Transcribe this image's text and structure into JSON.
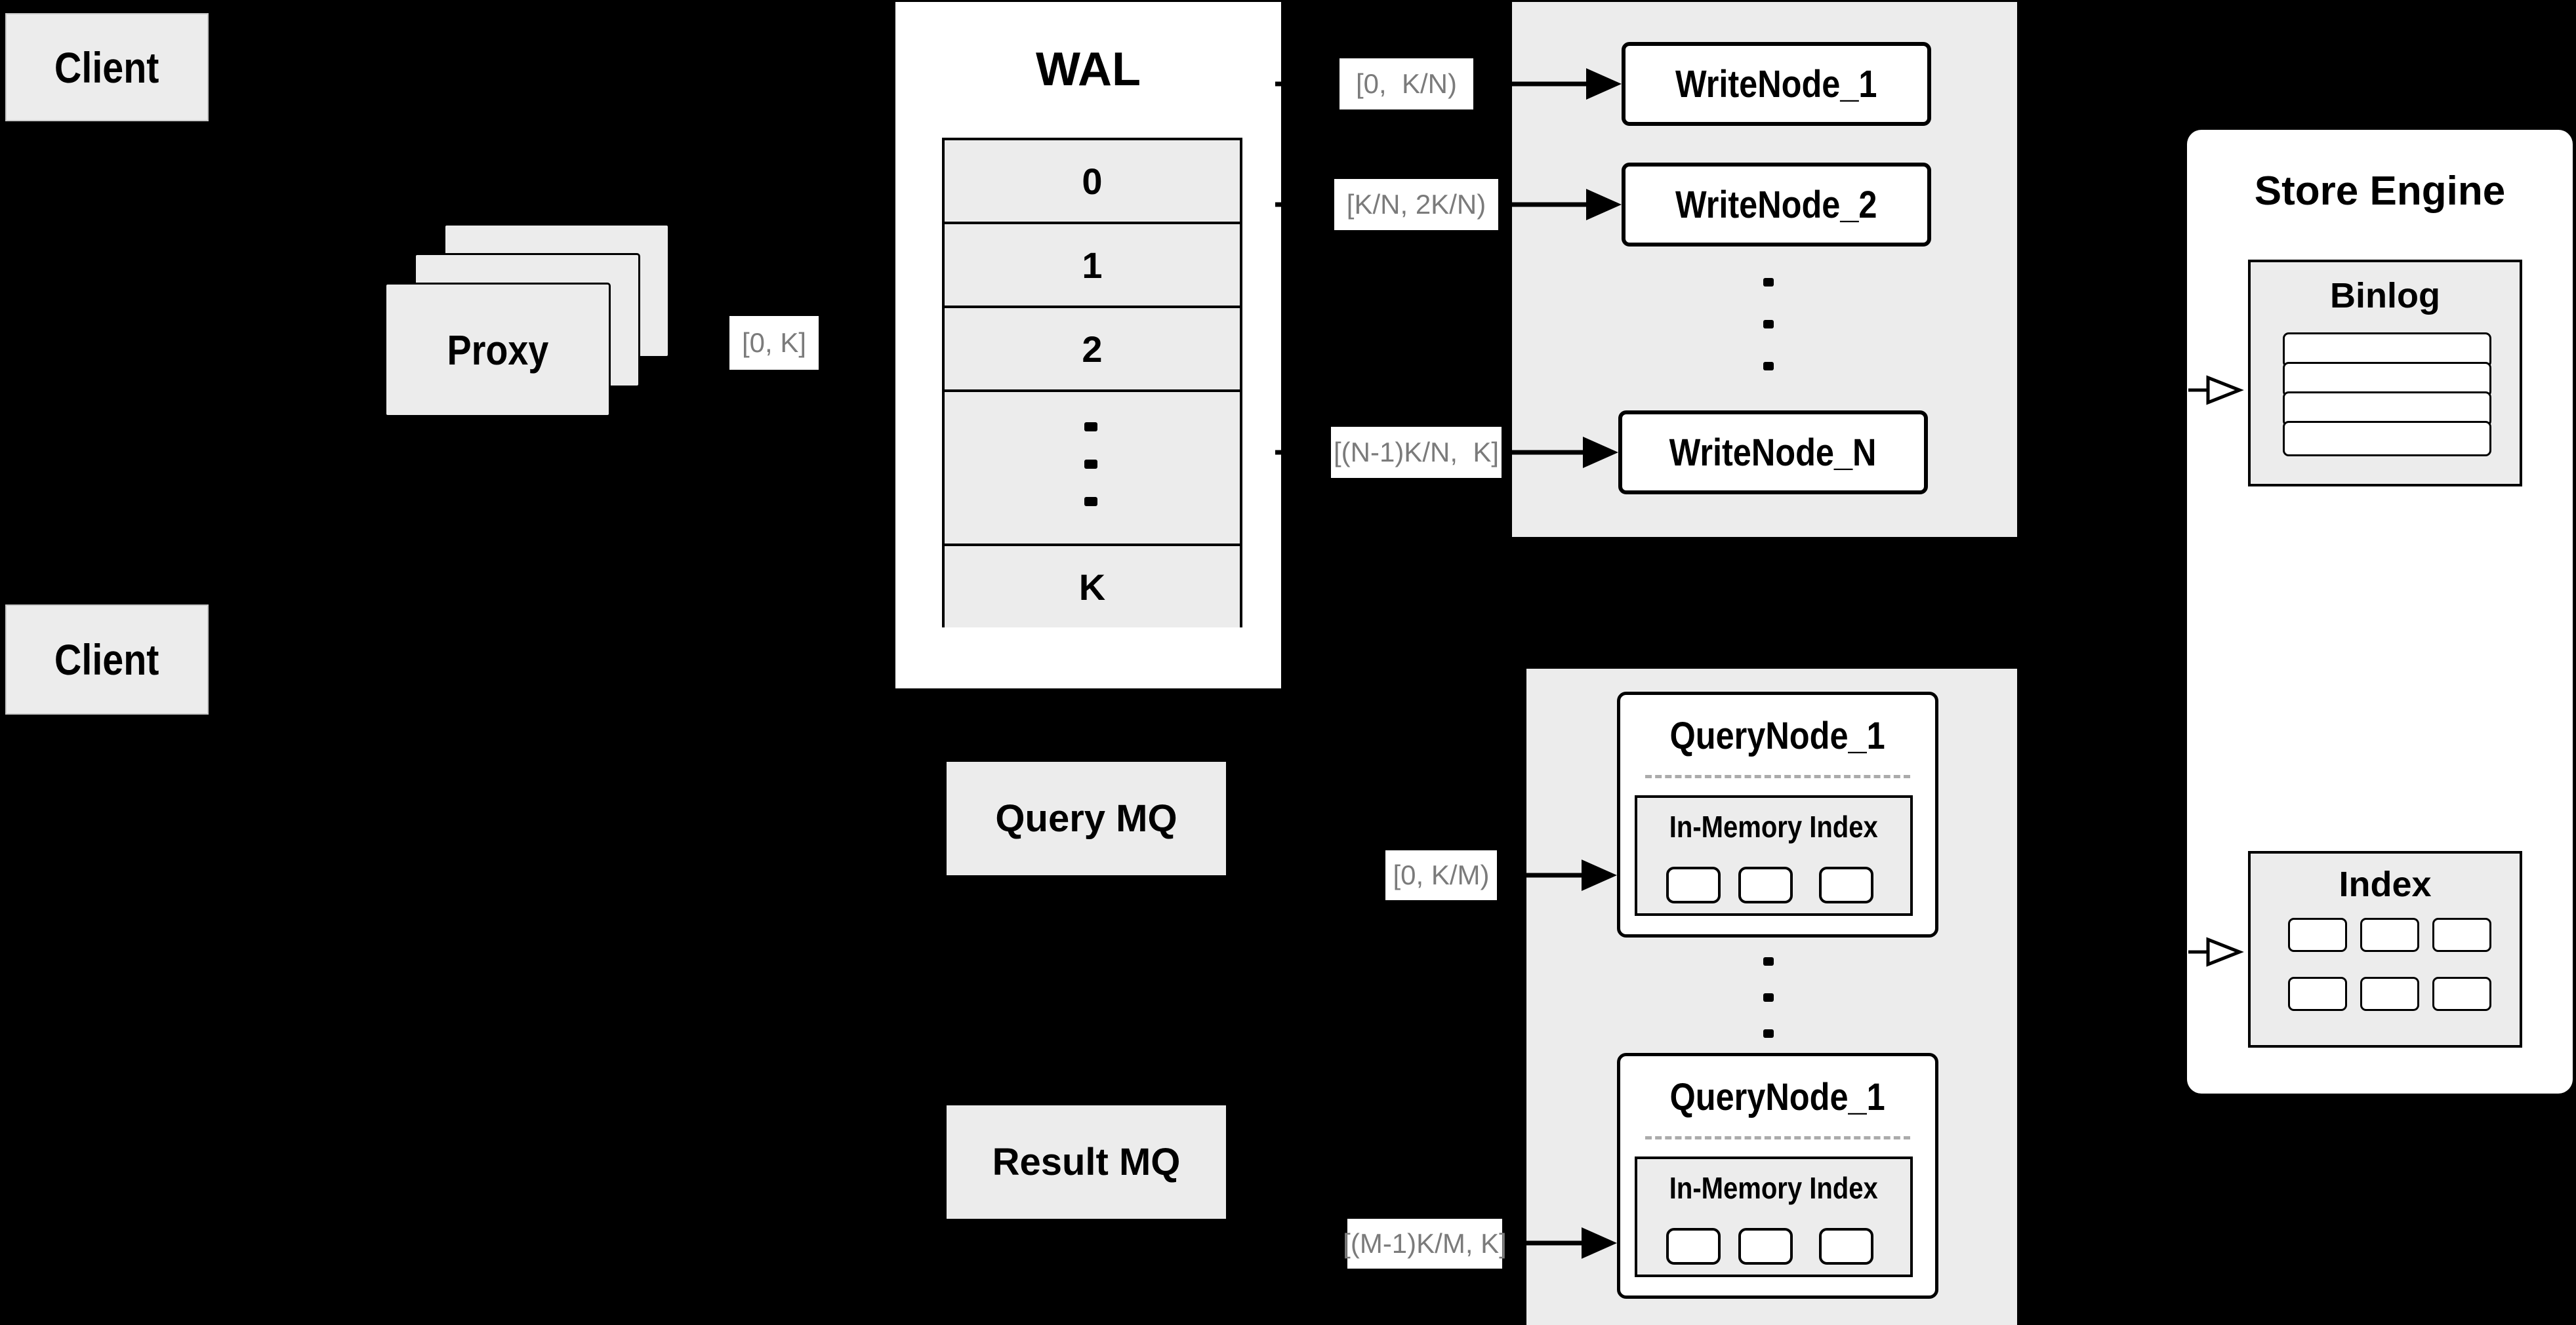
{
  "diagram_title": "Write/Query path architecture diagram",
  "clients": {
    "top": "Client",
    "bottom": "Client"
  },
  "proxy": {
    "label": "Proxy"
  },
  "wal": {
    "title": "WAL",
    "rows": [
      "0",
      "1",
      "2"
    ],
    "row_k": "K"
  },
  "range_labels": {
    "proxy_out": "[0, K]",
    "write_1": "[0,  K/N)",
    "write_2": "[K/N, 2K/N)",
    "write_n": "[(N-1)K/N,  K]",
    "query_first": "[0, K/M)",
    "query_last": "[(M-1)K/M, K]"
  },
  "write_nodes": {
    "node_1": "WriteNode_1",
    "node_2": "WriteNode_2",
    "node_n": "WriteNode_N"
  },
  "query_nodes": {
    "top": {
      "title": "QueryNode_1",
      "index_label": "In-Memory Index"
    },
    "bottom": {
      "title": "QueryNode_1",
      "index_label": "In-Memory Index"
    }
  },
  "mq": {
    "query": "Query MQ",
    "result": "Result MQ"
  },
  "store_engine": {
    "title": "Store Engine",
    "binlog_title": "Binlog",
    "index_title": "Index"
  },
  "colors": {
    "background": "#000000",
    "container_gray": "#ececec",
    "box_white": "#ffffff",
    "border_black": "#000000",
    "label_text_gray": "#7b7b7b",
    "dashed_divider": "#ababab"
  }
}
